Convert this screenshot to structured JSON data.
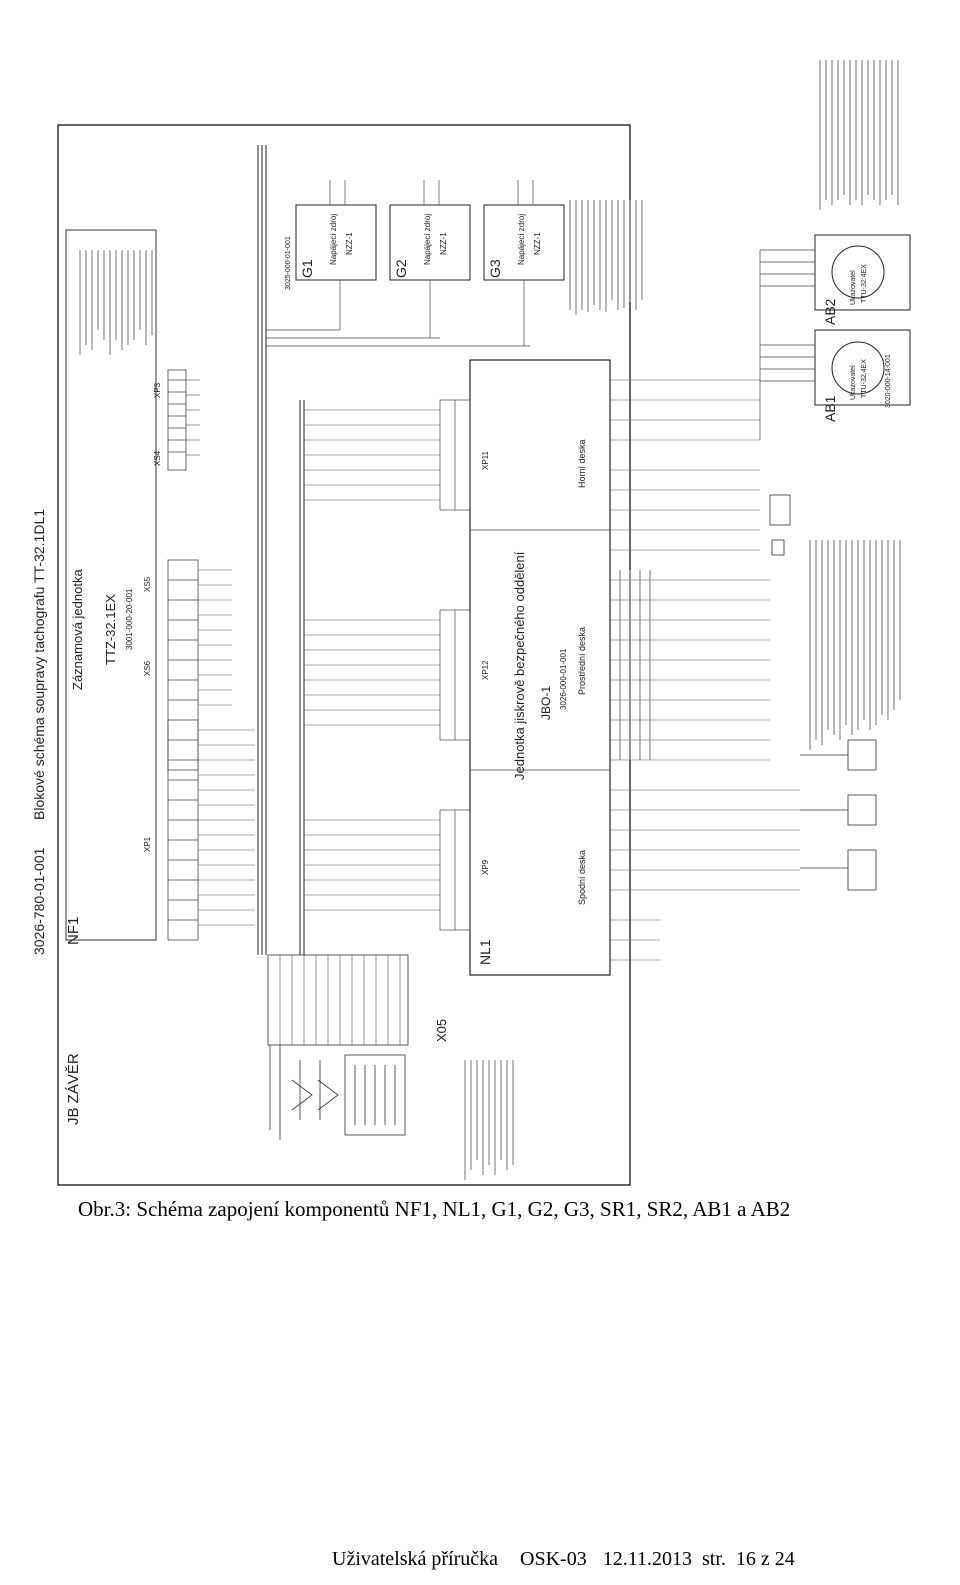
{
  "schematic": {
    "document_id": "3026-780-01-001",
    "title": "Blokové schéma soupravy tachografu TT-32.1DL1",
    "blocks": {
      "jb_zaver": "JB ZÁVĚR",
      "nf1": "NF1",
      "nf1_name": "Záznamová jednotka",
      "nf1_type": "TTZ-32.1EX",
      "nf1_code": "3001-000-20-001",
      "nl1": "NL1",
      "nl1_name": "Jednotka jiskrově bezpečného oddělení",
      "nl1_type": "JBO-1",
      "nl1_code": "3026-000-01-001",
      "g1": "G1",
      "g2": "G2",
      "g3": "G3",
      "psu_name": "Napájecí zdroj",
      "psu_type_1": "NZZ-1",
      "psu_type_2": "NZZ-1",
      "psu_type_3": "NZZ-1",
      "psu_code": "3025-000-01-001",
      "ab1": "AB1",
      "ab2": "AB2",
      "display_name": "Ukazovatel",
      "display_type": "TTU-32.4EX",
      "display_code": "3020-000-14-001",
      "x05": "X05",
      "xp1": "XP1",
      "xp3": "XP3",
      "xs4": "XS4",
      "xs5": "XS5",
      "xs6": "XS6",
      "xp9": "XP9",
      "xp11": "XP11",
      "xp12": "XP12",
      "board_bottom": "Spodní deska",
      "board_middle": "Prostřední deska",
      "board_top": "Horní deska"
    }
  },
  "caption": "Obr.3: Schéma zapojení komponentů NF1, NL1, G1, G2, G3, SR1, SR2, AB1 a AB2",
  "footer": {
    "manual": "Uživatelská příručka",
    "product": "OSK-03",
    "date": "12.11.2013",
    "page_prefix": "str.",
    "page": "16 z 24"
  }
}
